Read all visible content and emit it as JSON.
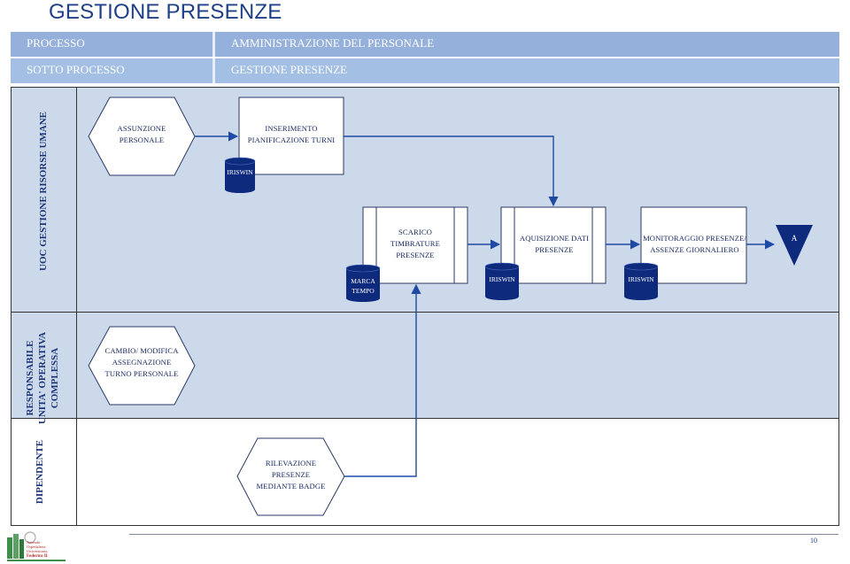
{
  "title": "GESTIONE PRESENZE",
  "header": {
    "rows": [
      {
        "label": "PROCESSO",
        "value": "AMMINISTRAZIONE DEL PERSONALE"
      },
      {
        "label": "SOTTO PROCESSO",
        "value": "GESTIONE PRESENZE"
      }
    ]
  },
  "lanes": [
    {
      "label_lines": [
        "UOC GESTIONE RISORSE UMANE"
      ]
    },
    {
      "label_lines": [
        "RESPONSABILE",
        "UNITA' OPERATIVA",
        "COMPLESSA"
      ]
    },
    {
      "label_lines": [
        "DIPENDENTE"
      ]
    }
  ],
  "nodes": {
    "assunzione": [
      "ASSUNZIONE",
      "PERSONALE"
    ],
    "inserimento": [
      "INSERIMENTO",
      "PIANIFICAZIONE TURNI"
    ],
    "scarico": [
      "SCARICO",
      "TIMBRATURE",
      "PRESENZE"
    ],
    "acquisizione": [
      "AQUISIZIONE DATI",
      "PRESENZE"
    ],
    "monitoraggio": [
      "MONITORAGGIO PRESENZE/",
      "ASSENZE GIORNALIERO"
    ],
    "connector": "A",
    "cambio": [
      "CAMBIO/ MODIFICA",
      "ASSEGNAZIONE",
      "TURNO PERSONALE"
    ],
    "rilevazione": [
      "RILEVAZIONE",
      "PRESENZE",
      "MEDIANTE BADGE"
    ]
  },
  "databases": {
    "db_inserimento": "IRISWIN",
    "db_marca": [
      "MARCA",
      "TEMPO"
    ],
    "db_acquisizione": "IRISWIN",
    "db_monitoraggio": "IRISWIN"
  },
  "footer": {
    "page_number": "10",
    "logo_lines": [
      "Azienda",
      "Ospedaliera",
      "Universitaria",
      "Federico II"
    ]
  },
  "colors": {
    "title": "#1f3f86",
    "header_bg": "#95b0da",
    "lane_bg": "#ccd9ea",
    "database": "#0d2a7c",
    "connector": "#0d2a7c",
    "arrow": "#1f4aa3"
  }
}
